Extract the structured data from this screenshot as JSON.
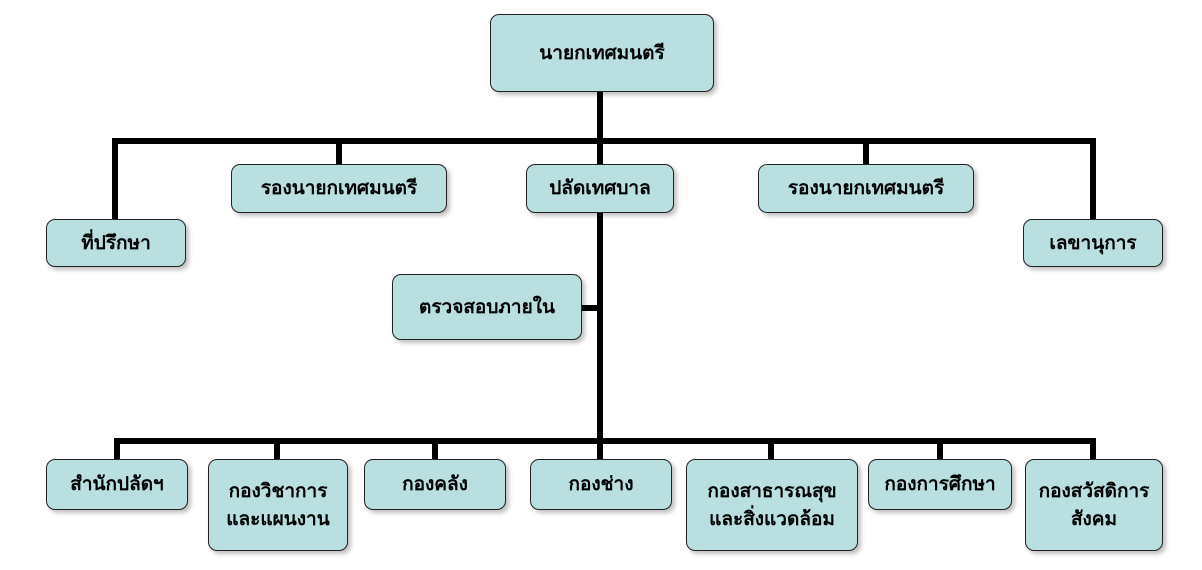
{
  "nodes": {
    "mayor": "นายกเทศมนตรี",
    "deputy_mayor_left": "รองนายกเทศมนตรี",
    "municipal_clerk": "ปลัดเทศบาล",
    "deputy_mayor_right": "รองนายกเทศมนตรี",
    "advisor": "ที่ปรึกษา",
    "secretary": "เลขานุการ",
    "internal_audit": "ตรวจสอบภายใน",
    "clerk_office": "สำนักปลัดฯ",
    "academic_planning": [
      "กองวิชาการ",
      "และแผนงาน"
    ],
    "finance": "กองคลัง",
    "engineering": "กองช่าง",
    "public_health": [
      "กองสาธารณสุข",
      "และสิ่งแวดล้อม"
    ],
    "education": "กองการศึกษา",
    "social_welfare": [
      "กองสวัสดิการ",
      "สังคม"
    ]
  },
  "colors": {
    "box_fill": "#b9dfe0",
    "line": "#000000"
  }
}
